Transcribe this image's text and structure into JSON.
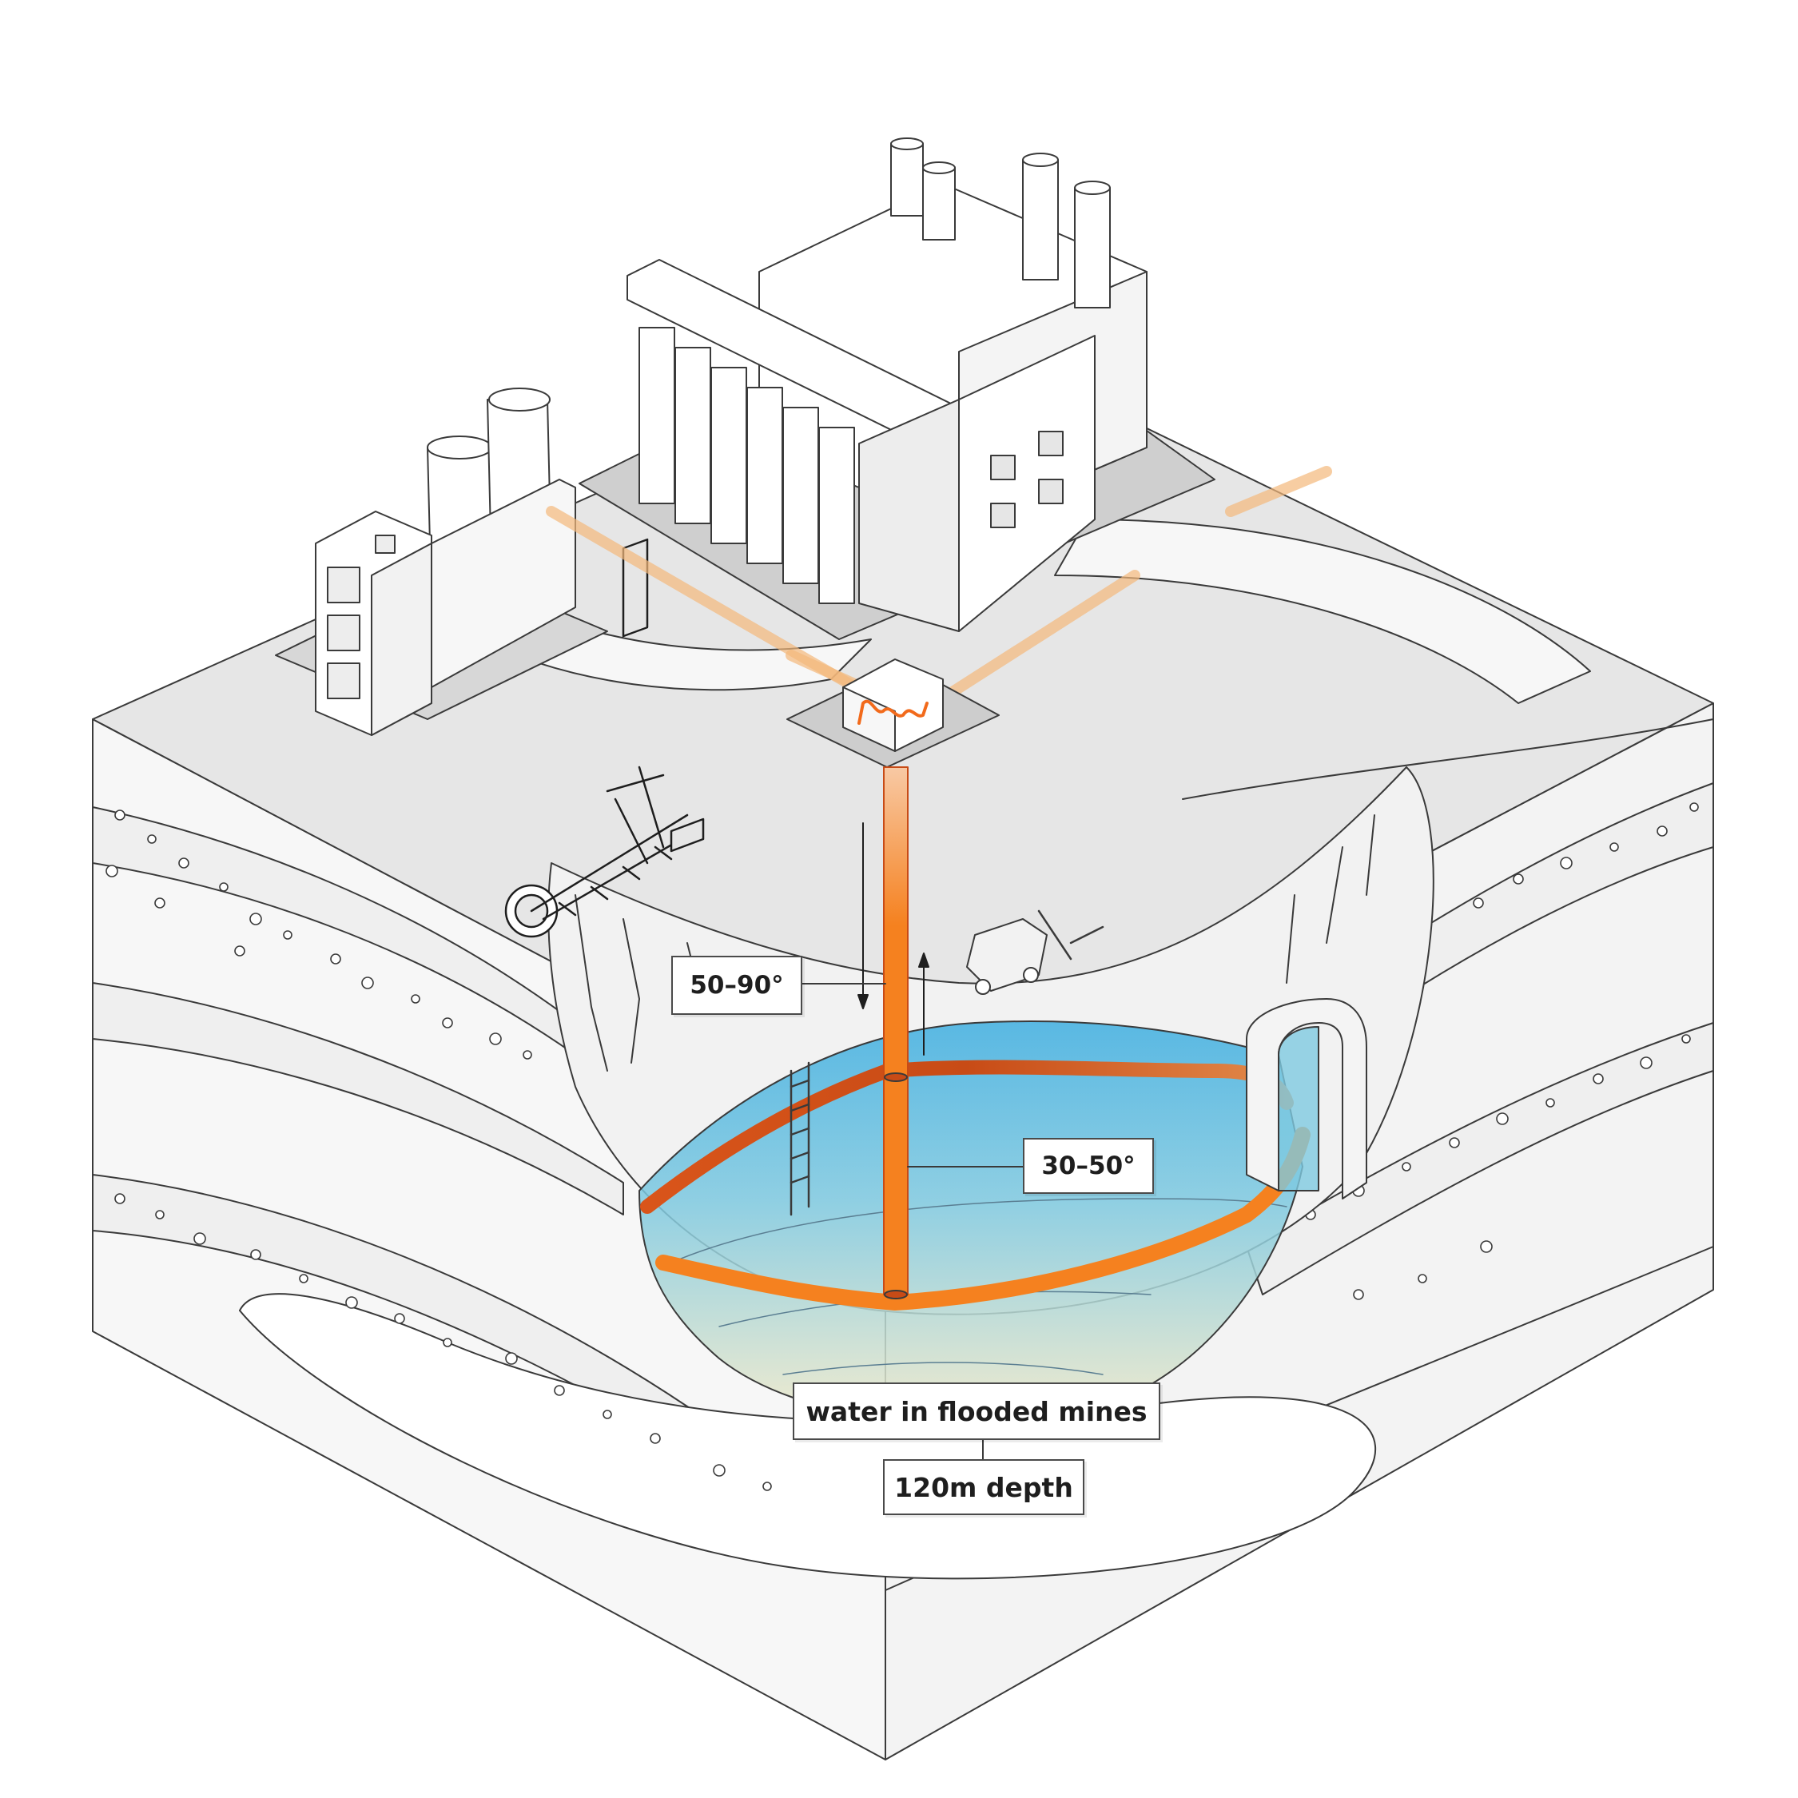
{
  "labels": {
    "steep_seam_angle": "50–90°",
    "shallow_seam_angle": "30–50°",
    "water_source": "water in flooded mines",
    "depth": "120m depth"
  },
  "colors": {
    "outline": "#3a3a3a",
    "ground": "#e6e6e6",
    "strata_light": "#f4f4f4",
    "strata_mid": "#eeeeee",
    "water_top": "#3eaee0",
    "water_mid": "#7ec9e0",
    "water_bottom": "#f0e9c8",
    "pipe": "#f5811f",
    "pipe_dark": "#c84b16",
    "heat_link": "#f4b87a",
    "logo": "#f26a1b"
  },
  "icons": {
    "heat_pump": "heat-exchanger-icon",
    "excavator": "bucket-wheel-excavator-icon",
    "mine_cart": "mine-cart-icon",
    "tunnel": "mine-tunnel-icon",
    "ladder": "ladder-icon",
    "power_plant": "power-plant-icon",
    "factory": "factory-icon"
  }
}
